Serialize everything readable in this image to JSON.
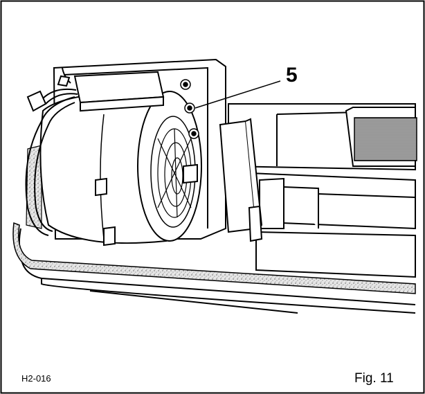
{
  "figure": {
    "callout": "5",
    "drawing_code": "H2-016",
    "caption": "Fig. 11"
  },
  "colors": {
    "line": "#000000",
    "paper": "#ffffff",
    "seal": "#d9d9d9"
  }
}
